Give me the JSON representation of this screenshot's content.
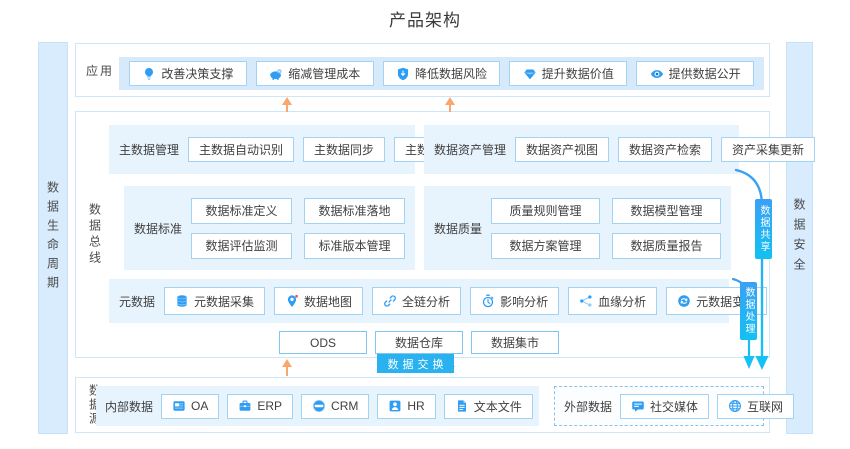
{
  "title": "产品架构",
  "sidebars": {
    "left": "数据生命周期",
    "right": "数据安全"
  },
  "colors": {
    "accent_blue": "#2f9df3",
    "band_bg": "#d7eafb",
    "group_bg": "#e7f3fd",
    "badge_cyan": "#29b2ef",
    "badge_gradient_start": "#3ba0f5",
    "badge_gradient_end": "#12c1f2",
    "arrow_orange": "#f8a76f",
    "flow_line_blue": "#2ba3f6"
  },
  "app": {
    "label": "应用",
    "items": [
      {
        "icon": "bulb-icon",
        "label": "改善决策支撑"
      },
      {
        "icon": "piggy-bank-icon",
        "label": "缩减管理成本"
      },
      {
        "icon": "shield-icon",
        "label": "降低数据风险"
      },
      {
        "icon": "gem-icon",
        "label": "提升数据价值"
      },
      {
        "icon": "eye-icon",
        "label": "提供数据公开"
      }
    ]
  },
  "bus": {
    "label": "数据总线",
    "master": {
      "label": "主数据管理",
      "items": [
        "主数据自动识别",
        "主数据同步",
        "主数据检索"
      ]
    },
    "asset": {
      "label": "数据资产管理",
      "items": [
        "数据资产视图",
        "数据资产检索",
        "资产采集更新"
      ]
    },
    "standard": {
      "label": "数据标准",
      "items": [
        "数据标准定义",
        "数据标准落地",
        "数据评估监测",
        "标准版本管理"
      ]
    },
    "quality": {
      "label": "数据质量",
      "items": [
        "质量规则管理",
        "数据模型管理",
        "数据方案管理",
        "数据质量报告"
      ]
    },
    "metadata": {
      "label": "元数据",
      "items": [
        {
          "icon": "database-icon",
          "label": "元数据采集"
        },
        {
          "icon": "map-pin-icon",
          "label": "数据地图"
        },
        {
          "icon": "link-icon",
          "label": "全链分析"
        },
        {
          "icon": "stopwatch-icon",
          "label": "影响分析"
        },
        {
          "icon": "lineage-icon",
          "label": "血缘分析"
        },
        {
          "icon": "refresh-icon",
          "label": "元数据变更"
        }
      ]
    },
    "storage": [
      "ODS",
      "数据仓库",
      "数据集市"
    ]
  },
  "badges": {
    "exchange": "数据交换",
    "share": "数据共享",
    "process": "数据处理"
  },
  "source": {
    "label": "数据源",
    "internal": {
      "label": "内部数据",
      "items": [
        {
          "icon": "oa-doc-icon",
          "label": "OA"
        },
        {
          "icon": "briefcase-icon",
          "label": "ERP"
        },
        {
          "icon": "crm-icon",
          "label": "CRM"
        },
        {
          "icon": "person-icon",
          "label": "HR"
        },
        {
          "icon": "text-file-icon",
          "label": "文本文件"
        }
      ]
    },
    "external": {
      "label": "外部数据",
      "items": [
        {
          "icon": "social-chat-icon",
          "label": "社交媒体"
        },
        {
          "icon": "globe-icon",
          "label": "互联网"
        }
      ]
    }
  }
}
